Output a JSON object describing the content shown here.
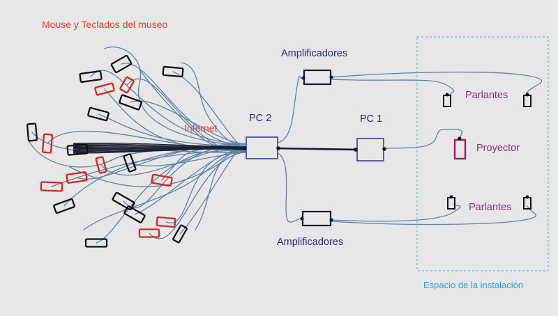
{
  "labels": {
    "title": "Mouse y Teclados del museo",
    "internet": "Internet",
    "pc2": "PC 2",
    "pc1": "PC 1",
    "amp_top": "Amplificadores",
    "amp_bottom": "Amplificadores",
    "speakers_top": "Parlantes",
    "speakers_bottom": "Parlantes",
    "projector": "Proyector",
    "installation_space": "Espacio de la instalación"
  },
  "colors": {
    "background": "#e7e7e7",
    "red_label": "#e23a2c",
    "navy_label": "#2a2a7a",
    "purple_label": "#8b2f74",
    "cyan_label": "#2f9fd0",
    "pc_box": "#2d3f9e",
    "cable": "#5b7fa8",
    "device_black": "#111111",
    "device_red": "#d9261c",
    "projector": "#a0195e",
    "dashed_border": "#4aa9cf"
  }
}
